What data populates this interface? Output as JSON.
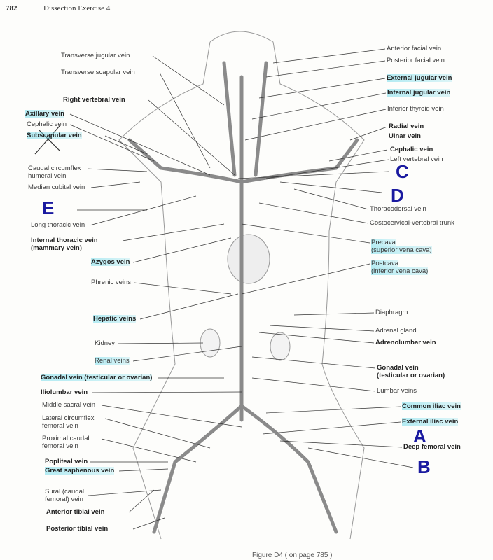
{
  "header": {
    "page_number": "782",
    "section": "Dissection Exercise 4"
  },
  "caption": "Figure D4 ( on page 785 )",
  "left_labels": [
    "Transverse jugular vein",
    "Transverse scapular vein",
    "Right vertebral vein",
    "Axillary vein",
    "Cephalic vein",
    "Subscapular vein",
    "Caudal circumflex",
    "humeral vein",
    "Median cubital vein",
    "Long thoracic vein",
    "Internal thoracic vein",
    "(mammary vein)",
    "Azygos vein",
    "Phrenic veins",
    "Hepatic veins",
    "Kidney",
    "Renal veins",
    "Gonadal vein (testicular or ovarian)",
    "Iliolumbar vein",
    "Middle sacral vein",
    "Lateral circumflex",
    "femoral vein",
    "Proximal caudal",
    "femoral vein",
    "Popliteal vein",
    "Great saphenous vein",
    "Sural (caudal",
    "femoral) vein",
    "Anterior tibial vein",
    "Posterior tibial vein"
  ],
  "right_labels": [
    "Anterior facial vein",
    "Posterior facial vein",
    "External jugular vein",
    "Internal jugular vein",
    "Inferior thyroid vein",
    "Radial vein",
    "Ulnar vein",
    "Cephalic vein",
    "Left vertebral vein",
    "Thoracodorsal vein",
    "Costocervical-vertebral trunk",
    "Precava",
    "(superior vena cava)",
    "Postcava",
    "(inferior vena cava)",
    "Diaphragm",
    "Adrenal gland",
    "Adrenolumbar vein",
    "Gonadal vein",
    "(testicular or ovarian)",
    "Lumbar veins",
    "Common iliac vein",
    "External iliac vein",
    "Deep femoral vein"
  ],
  "handwritten_marks": [
    "A",
    "B",
    "C",
    "D",
    "E"
  ],
  "colors": {
    "highlight": "#78dceb",
    "marker_ink": "#1a1aa0",
    "vein": "#888888"
  }
}
